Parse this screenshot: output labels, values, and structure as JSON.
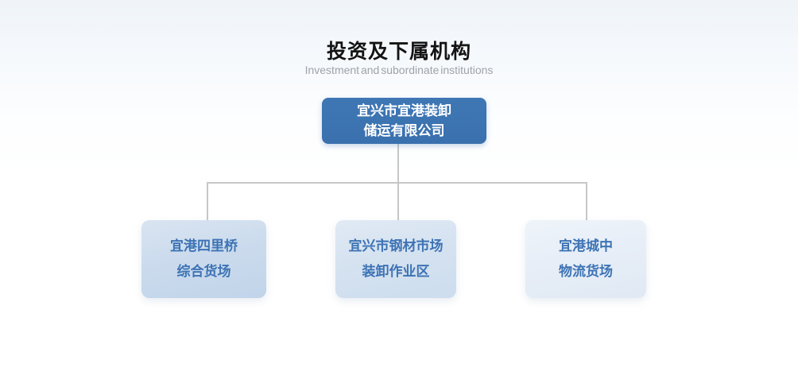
{
  "header": {
    "title": "投资及下属机构",
    "subtitle": "Investment and subordinate institutions"
  },
  "org_chart": {
    "root": {
      "name": "宜兴市宜港装卸储运有限公司",
      "line1": "宜兴市宜港装卸",
      "line2": "储运有限公司"
    },
    "children": [
      {
        "name": "宜港四里桥综合货场",
        "line1": "宜港四里桥",
        "line2": "综合货场"
      },
      {
        "name": "宜兴市钢材市场装卸作业区",
        "line1": "宜兴市钢材市场",
        "line2": "装卸作业区"
      },
      {
        "name": "宜港城中物流货场",
        "line1": "宜港城中",
        "line2": "物流货场"
      }
    ]
  },
  "colors": {
    "root_box_bg": "#3a72b1",
    "root_box_text": "#ffffff",
    "child_box_text": "#3d73b4",
    "child_box_backgrounds": [
      "#c8d9ec",
      "#d4e1f0",
      "#e6eef7"
    ],
    "connector_line": "#c6c7c8",
    "title_text": "#141414",
    "subtitle_text": "#9fa3a8"
  }
}
